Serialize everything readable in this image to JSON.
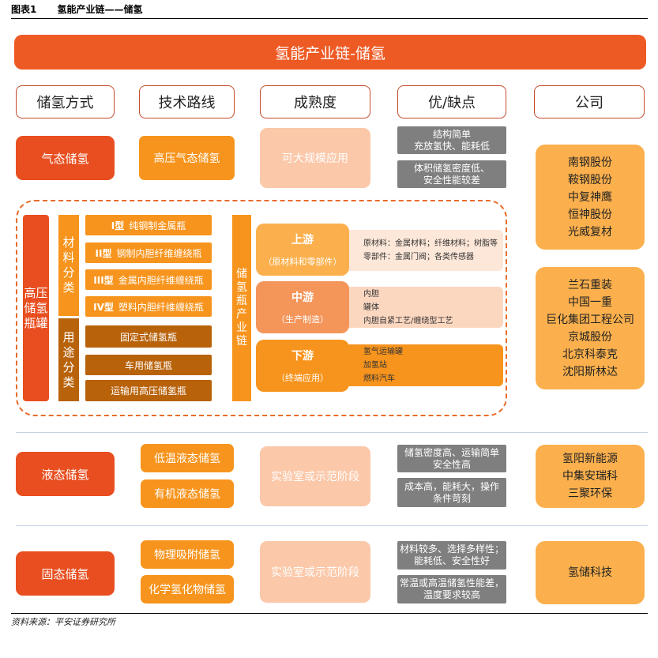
{
  "figure": {
    "label": "图表1",
    "title": "氢能产业链——储氢",
    "source": "资料来源：平安证券研究所"
  },
  "banner": "氢能产业链-储氢",
  "headers": [
    "储氢方式",
    "技术路线",
    "成熟度",
    "优/缺点",
    "公司"
  ],
  "gas": {
    "method": "气态储氢",
    "route": "高压气态储氢",
    "maturity": "可大规模应用",
    "pros": [
      "结构简单",
      "充放氢快、能耗低"
    ],
    "cons": [
      "体积储氢密度低、",
      "安全性能较差"
    ],
    "companies_a": [
      "南钢股份",
      "鞍钢股份",
      "中复神鹰",
      "恒神股份",
      "光威复材"
    ],
    "companies_b": [
      "兰石重装",
      "中国一重",
      "巨化集团工程公司",
      "京城股份",
      "北京科泰克",
      "沈阳斯林达"
    ]
  },
  "tank": {
    "name": "高压储氢瓶罐",
    "material_label": "材料分类",
    "use_label": "用途分类",
    "types": [
      {
        "tag": "I型",
        "desc": "纯钢制金属瓶"
      },
      {
        "tag": "II型",
        "desc": "钢制内胆纤维缠绕瓶"
      },
      {
        "tag": "III型",
        "desc": "金属内胆纤维缠绕瓶"
      },
      {
        "tag": "IV型",
        "desc": "塑料内胆纤维缠绕瓶"
      }
    ],
    "uses": [
      "固定式储氢瓶",
      "车用储氢瓶",
      "运输用高压储氢瓶"
    ],
    "chain_label": "储氢瓶产业链",
    "stages": [
      {
        "title": "上游",
        "sub": "（原材料和零部件）",
        "details": [
          "原材料：金属材料；纤维材料；树脂等",
          "零部件：金属门阀；各类传感器"
        ]
      },
      {
        "title": "中游",
        "sub": "（生产制造）",
        "details": [
          "内胆",
          "罐体",
          "内胆自紧工艺/缠绕型工艺"
        ]
      },
      {
        "title": "下游",
        "sub": "（终端应用）",
        "details": [
          "氢气运输罐",
          "加氢站",
          "燃料汽车"
        ]
      }
    ]
  },
  "liquid": {
    "method": "液态储氢",
    "routes": [
      "低温液态储氢",
      "有机液态储氢"
    ],
    "maturity": "实验室或示范阶段",
    "pros": [
      "储氢密度高、运输简单",
      "安全性高"
    ],
    "cons": [
      "成本高，能耗大，操作",
      "条件苛刻"
    ],
    "companies": [
      "氢阳新能源",
      "中集安瑞科",
      "三聚环保"
    ]
  },
  "solid": {
    "method": "固态储氢",
    "routes": [
      "物理吸附储氢",
      "化学氢化物储氢"
    ],
    "maturity": "实验室或示范阶段",
    "pros": [
      "材料较多、选择多样性；",
      "能耗低、安全性好"
    ],
    "cons": [
      "常温或高温储氢性能差，",
      "温度要求较高"
    ],
    "companies": [
      "氢储科技"
    ]
  },
  "colors": {
    "banner": "#ee5a24",
    "red": "#e84e1f",
    "orange": "#f7941d",
    "peach": "#fbc8a9",
    "brown": "#b8620a",
    "gray": "#7f7f7f",
    "company": "#fbb04d",
    "dashed": "#e86b2a"
  }
}
